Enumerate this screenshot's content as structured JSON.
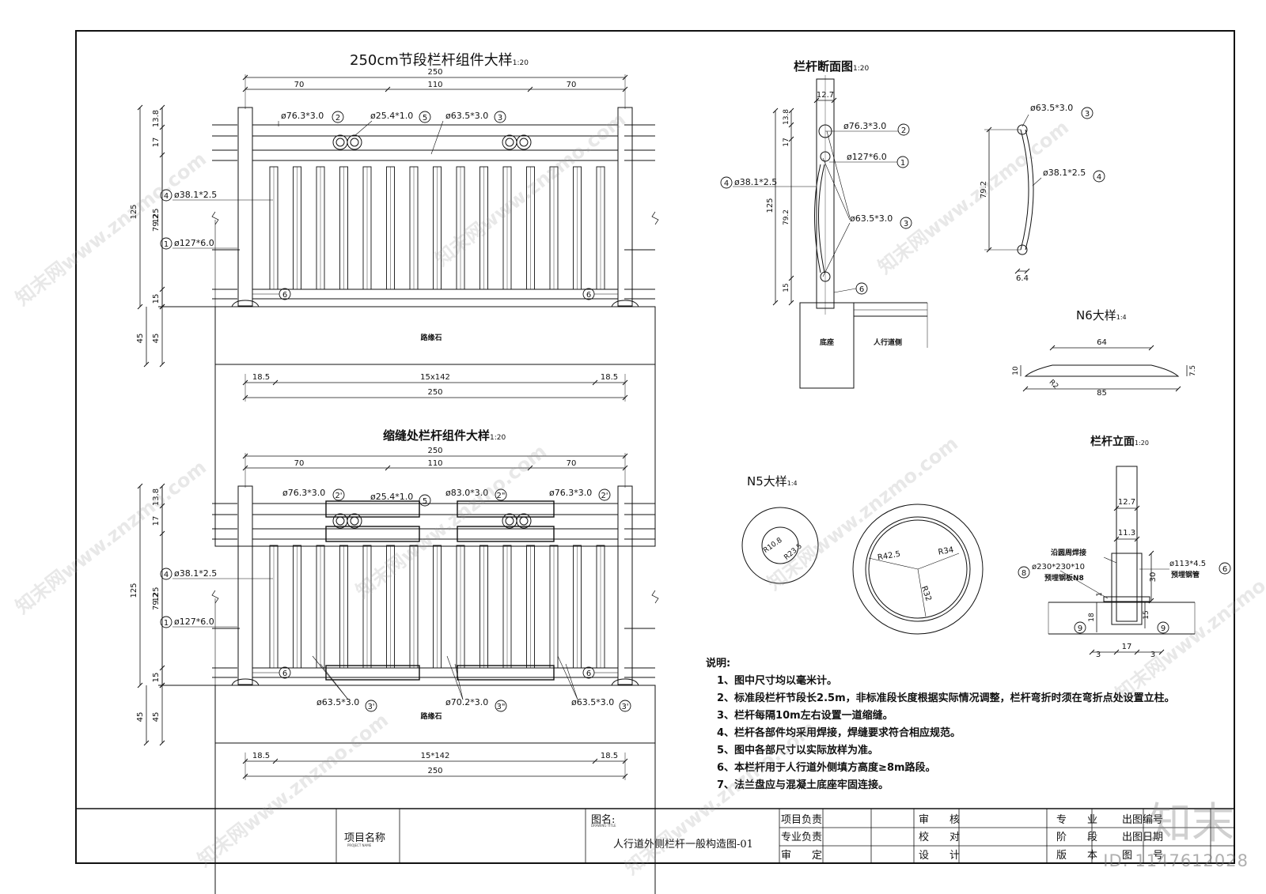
{
  "views": {
    "seg": {
      "title": "250cm节段栏杆组件大样",
      "scale": "1:20"
    },
    "joint": {
      "title": "缩缝处栏杆组件大样",
      "scale": "1:20"
    },
    "section": {
      "title": "栏杆断面图",
      "scale": "1:20"
    },
    "n6": {
      "title": "N6大样",
      "scale": "1:4"
    },
    "n5": {
      "title": "N5大样",
      "scale": "1:4"
    },
    "elev": {
      "title": "栏杆立面",
      "scale": "1:20"
    }
  },
  "seg": {
    "dim_total": "250",
    "dim_70a": "70",
    "dim_110": "110",
    "dim_70b": "70",
    "dim_138": "13.8",
    "dim_17": "17",
    "dim_792": "79.2",
    "dim_15": "15",
    "dim_125": "125",
    "dim_45": "45",
    "dim_185a": "18.5",
    "dim_mid": "15x142",
    "dim_185b": "18.5",
    "dim_bottom": "250",
    "lbl_2": "ø76.3*3.0",
    "lbl_5": "ø25.4*1.0",
    "lbl_3": "ø63.5*3.0",
    "lbl_4": "ø38.1*2.5",
    "lbl_1": "ø127*6.0",
    "curb": "路缘石",
    "n1": "1",
    "n2": "2",
    "n3": "3",
    "n4": "4",
    "n5": "5",
    "n6": "6"
  },
  "joint": {
    "dim_total": "250",
    "dim_70a": "70",
    "dim_110": "110",
    "dim_70b": "70",
    "dim_138": "13.8",
    "dim_17": "17",
    "dim_792": "79.2",
    "dim_15": "15",
    "dim_125": "125",
    "dim_45": "45",
    "dim_185a": "18.5",
    "dim_mid": "15*142",
    "dim_185b": "18.5",
    "dim_bottom": "250",
    "lbl_2a": "ø76.3*3.0",
    "lbl_5": "ø25.4*1.0",
    "lbl_2b": "ø83.0*3.0",
    "lbl_2c": "ø76.3*3.0",
    "lbl_4": "ø38.1*2.5",
    "lbl_1": "ø127*6.0",
    "lbl_3a": "ø63.5*3.0",
    "lbl_3b": "ø70.2*3.0",
    "lbl_3c": "ø63.5*3.0",
    "curb": "路缘石",
    "n2p": "2'",
    "n2pp": "2\"",
    "n3p": "3'",
    "n3pp": "3\"",
    "n1": "1",
    "n4": "4",
    "n5": "5",
    "n6": "6"
  },
  "section": {
    "dim_127": "12.7",
    "dim_138": "13.8",
    "dim_17": "17",
    "dim_792": "79.2",
    "dim_15": "15",
    "dim_125": "125",
    "lbl_2": "ø76.3*3.0",
    "lbl_1": "ø127*6.0",
    "lbl_4": "ø38.1*2.5",
    "lbl_3": "ø63.5*3.0",
    "base": "底座",
    "walk": "人行道侧",
    "n1": "1",
    "n2": "2",
    "n3": "3",
    "n4": "4",
    "n6": "6"
  },
  "bar": {
    "lbl_3": "ø63.5*3.0",
    "lbl_4": "ø38.1*2.5",
    "dim_792": "79.2",
    "dim_64": "6.4",
    "n3": "3",
    "n4": "4"
  },
  "n6": {
    "dim_64": "64",
    "dim_85": "85",
    "dim_10": "10",
    "dim_75": "7.5",
    "r2": "R2"
  },
  "n5": {
    "r108": "R10.8",
    "r235": "R23.5",
    "r425": "R42.5",
    "r34": "R34",
    "r32": "R32"
  },
  "elev": {
    "dim_127": "12.7",
    "dim_113": "11.3",
    "dim_30": "30",
    "dim_18": "18",
    "dim_15": "15",
    "dim_1": "1",
    "dim_3a": "3",
    "dim_17": "17",
    "dim_3b": "3",
    "weld": "沿圆周焊接",
    "plate": "ø230*230*10",
    "plate2": "预埋钢板N8",
    "pipe": "ø113*4.5",
    "pipe2": "预埋钢管",
    "n6": "6",
    "n8": "8",
    "n9a": "9",
    "n9b": "9"
  },
  "notes": {
    "title": "说明:",
    "items": [
      "1、图中尺寸均以毫米计。",
      "2、标准段栏杆节段长2.5m，非标准段长度根据实际情况调整，栏杆弯折时须在弯折点处设置立柱。",
      "3、栏杆每隔10m左右设置一道缩缝。",
      "4、栏杆各部件均采用焊接，焊缝要求符合相应规范。",
      "5、图中各部尺寸以实际放样为准。",
      "6、本栏杆用于人行道外侧填方高度≥8m路段。",
      "7、法兰盘应与混凝土底座牢固连接。"
    ]
  },
  "titleblock": {
    "project_name": "项目名称",
    "project_name_en": "PROJECT NAME",
    "drawing_label": "图名:",
    "drawing_label_en": "DRAWING TITLE",
    "drawing_title": "人行道外侧栏杆一般构造图-01",
    "r1c1": "项目负责",
    "r2c1": "专业负责",
    "r3c1": "审　　定",
    "r1c2": "审　　核",
    "r2c2": "校　　对",
    "r3c2": "设　　计",
    "r1c3": "专　　业",
    "r2c3": "阶　　段",
    "r3c3": "版　　本",
    "r1c4": "出图编号",
    "r2c4": "出图日期",
    "r3c4": "图　　号"
  },
  "watermark": {
    "text": "知末网www.znzmo.com",
    "brand": "知末",
    "id": "ID: 1147612028"
  }
}
